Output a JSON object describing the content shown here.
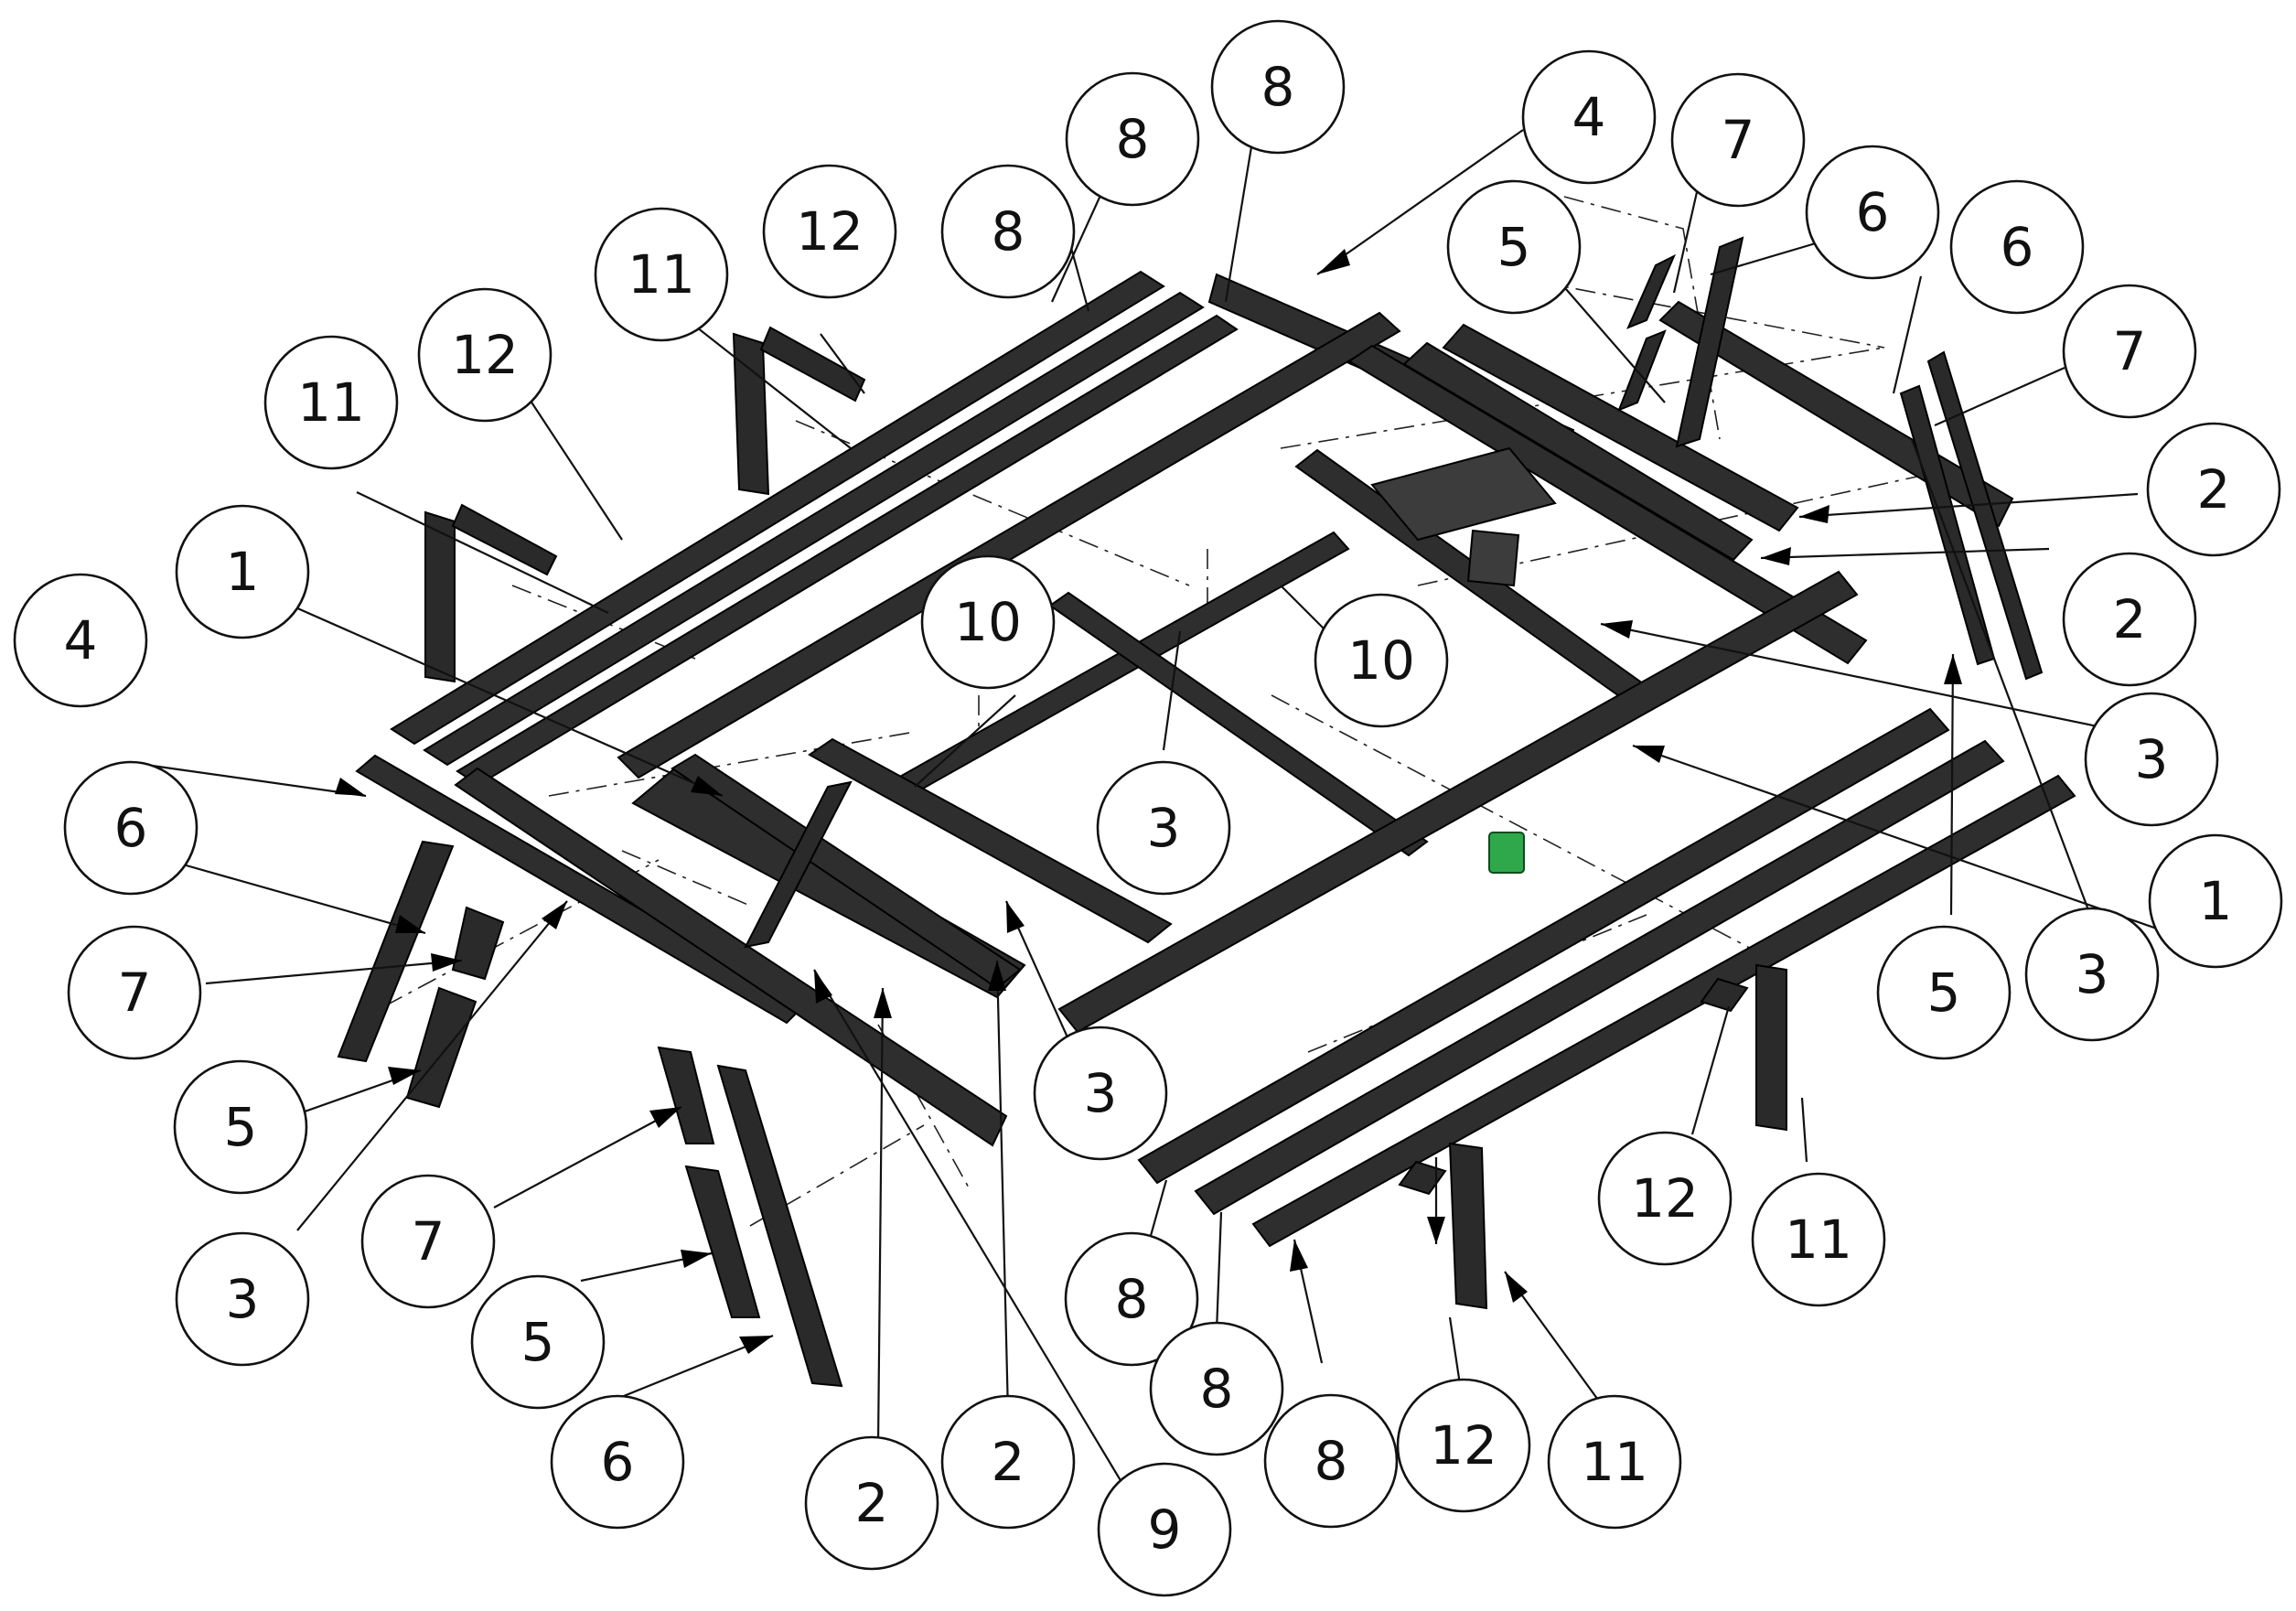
{
  "diagram": {
    "callouts": [
      {
        "id": "c1",
        "label": "8"
      },
      {
        "id": "c2",
        "label": "8"
      },
      {
        "id": "c3",
        "label": "8"
      },
      {
        "id": "c4",
        "label": "4"
      },
      {
        "id": "c5",
        "label": "7"
      },
      {
        "id": "c6",
        "label": "6"
      },
      {
        "id": "c7",
        "label": "6"
      },
      {
        "id": "c8",
        "label": "5"
      },
      {
        "id": "c9",
        "label": "12"
      },
      {
        "id": "c10",
        "label": "11"
      },
      {
        "id": "c11",
        "label": "12"
      },
      {
        "id": "c12",
        "label": "11"
      },
      {
        "id": "c13",
        "label": "7"
      },
      {
        "id": "c14",
        "label": "2"
      },
      {
        "id": "c15",
        "label": "2"
      },
      {
        "id": "c16",
        "label": "1"
      },
      {
        "id": "c17",
        "label": "4"
      },
      {
        "id": "c18",
        "label": "10"
      },
      {
        "id": "c19",
        "label": "10"
      },
      {
        "id": "c20",
        "label": "3"
      },
      {
        "id": "c21",
        "label": "3"
      },
      {
        "id": "c22",
        "label": "6"
      },
      {
        "id": "c23",
        "label": "7"
      },
      {
        "id": "c24",
        "label": "1"
      },
      {
        "id": "c25",
        "label": "5"
      },
      {
        "id": "c26",
        "label": "3"
      },
      {
        "id": "c27",
        "label": "5"
      },
      {
        "id": "c28",
        "label": "3"
      },
      {
        "id": "c29",
        "label": "3"
      },
      {
        "id": "c30",
        "label": "7"
      },
      {
        "id": "c31",
        "label": "12"
      },
      {
        "id": "c32",
        "label": "11"
      },
      {
        "id": "c33",
        "label": "5"
      },
      {
        "id": "c34",
        "label": "6"
      },
      {
        "id": "c35",
        "label": "8"
      },
      {
        "id": "c36",
        "label": "2"
      },
      {
        "id": "c37",
        "label": "2"
      },
      {
        "id": "c38",
        "label": "9"
      },
      {
        "id": "c39",
        "label": "8"
      },
      {
        "id": "c40",
        "label": "8"
      },
      {
        "id": "c41",
        "label": "12"
      },
      {
        "id": "c42",
        "label": "11"
      }
    ]
  }
}
